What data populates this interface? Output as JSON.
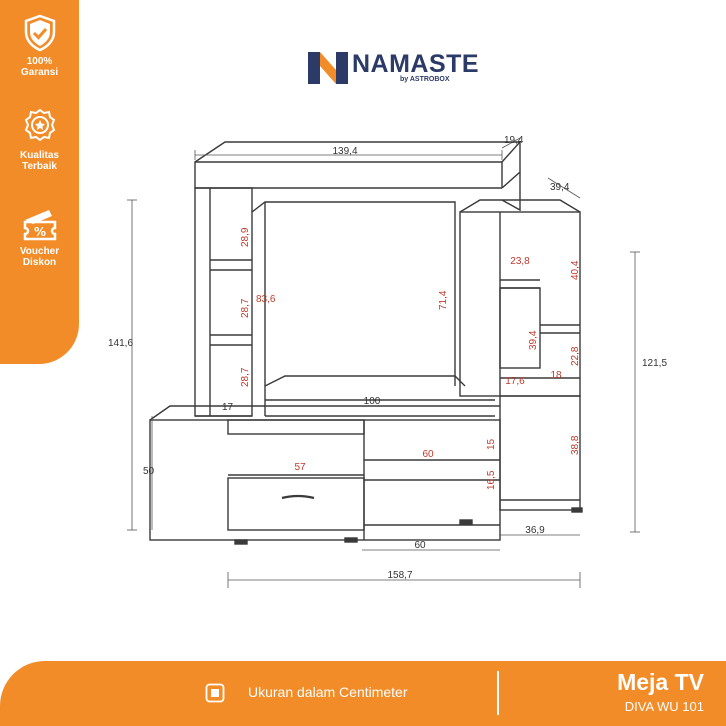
{
  "brand": {
    "name": "NAMASTE",
    "sub": "by ASTROBOX",
    "color": "#2b3a67"
  },
  "accent_color": "#f28c28",
  "badges": [
    {
      "icon": "shield-check-icon",
      "label": "100%\nGaransi"
    },
    {
      "icon": "award-medal-icon",
      "label": "Kualitas\nTerbaik"
    },
    {
      "icon": "percent-ticket-icon",
      "label": "Voucher\nDiskon"
    }
  ],
  "dimensions": {
    "outer": {
      "top_width": "139,4",
      "top_depth": "19,4",
      "side_depth": "39,4",
      "total_height": "141,6",
      "right_height": "121,5",
      "base_height": "50",
      "total_width": "158,7",
      "bottom_center": "60",
      "bottom_right": "36,9"
    },
    "inner": {
      "shelf_top": "28,9",
      "shelf_mid": "28,7",
      "shelf_low": "28,7",
      "opening_height_left": "83,6",
      "opening_height_right": "71,4",
      "left_small": "17",
      "opening_width": "100",
      "drawer_width": "57",
      "middle_width": "60",
      "middle_height_a": "15",
      "middle_height_b": "16,5",
      "right_top": "40,4",
      "right_inner_width": "23,8",
      "right_inner_height": "39,4",
      "right_mid": "22,8",
      "right_low_left": "17,6",
      "right_low_right": "18",
      "right_bottom": "38,8"
    }
  },
  "footer": {
    "caption": "Ukuran dalam Centimeter",
    "title": "Meja TV",
    "code": "DIVA WU 101"
  }
}
